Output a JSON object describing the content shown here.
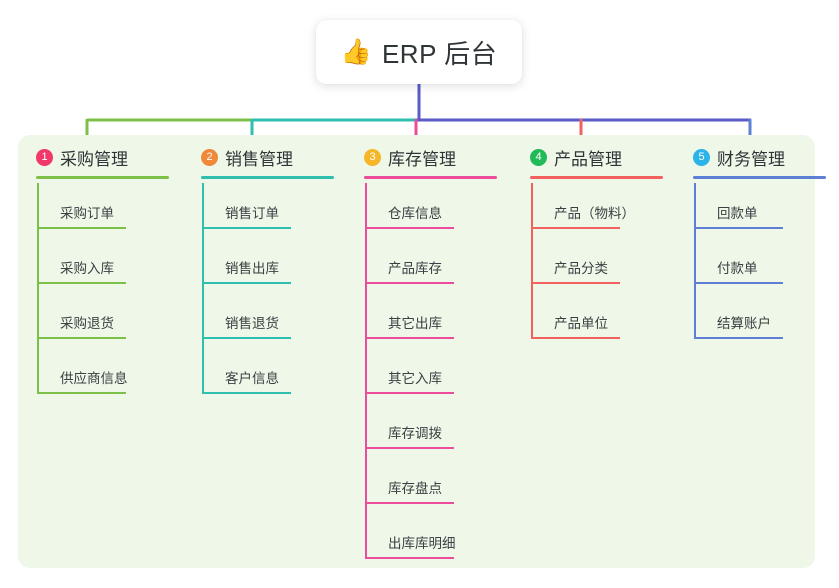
{
  "root": {
    "icon": "thumbs-up-icon",
    "emoji": "👍",
    "title": "ERP 后台"
  },
  "theme": {
    "page_background": "#ffffff",
    "panel_background": "#eef7e8",
    "card_background": "#ffffff",
    "text_color": "#2f3437",
    "trunk_color": "#5a5ac8"
  },
  "columns": [
    {
      "number": "1",
      "title": "采购管理",
      "badge_color": "#f0386b",
      "line_color": "#7cc04a",
      "items": [
        "采购订单",
        "采购入库",
        "采购退货",
        "供应商信息"
      ]
    },
    {
      "number": "2",
      "title": "销售管理",
      "badge_color": "#f0883a",
      "line_color": "#2ebfae",
      "items": [
        "销售订单",
        "销售出库",
        "销售退货",
        "客户信息"
      ]
    },
    {
      "number": "3",
      "title": "库存管理",
      "badge_color": "#f5b728",
      "line_color": "#ed4c9c",
      "items": [
        "仓库信息",
        "产品库存",
        "其它出库",
        "其它入库",
        "库存调拨",
        "库存盘点",
        "出库库明细"
      ]
    },
    {
      "number": "4",
      "title": "产品管理",
      "badge_color": "#22ba59",
      "line_color": "#f2615e",
      "items": [
        "产品（物料）",
        "产品分类",
        "产品单位"
      ]
    },
    {
      "number": "5",
      "title": "财务管理",
      "badge_color": "#2cb3e8",
      "line_color": "#5d7fd6",
      "items": [
        "回款单",
        "付款单",
        "结算账户"
      ]
    }
  ]
}
